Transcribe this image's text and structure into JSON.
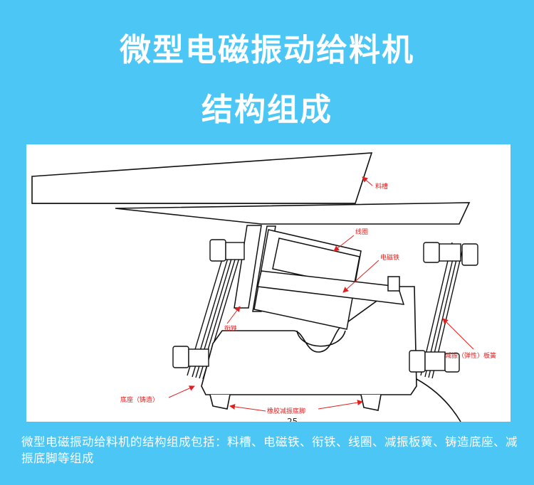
{
  "header": {
    "title_line1": "微型电磁振动给料机",
    "title_line2": "结构组成"
  },
  "diagram": {
    "labels": {
      "trough": "料槽",
      "coil": "线圈",
      "electromagnet": "电磁铁",
      "armature": "衔铁",
      "spring": "减振（弹性）板簧",
      "base": "底座（铸造）",
      "foot": "橡胶减振底脚"
    },
    "page_number": "25"
  },
  "caption": {
    "text": "微型电磁振动给料机的结构组成包括：料槽、电磁铁、衔铁、线圈、减振板簧、铸造底座、减振底脚等组成"
  },
  "colors": {
    "background": "#4cc6f4",
    "label_red": "#e02020"
  }
}
